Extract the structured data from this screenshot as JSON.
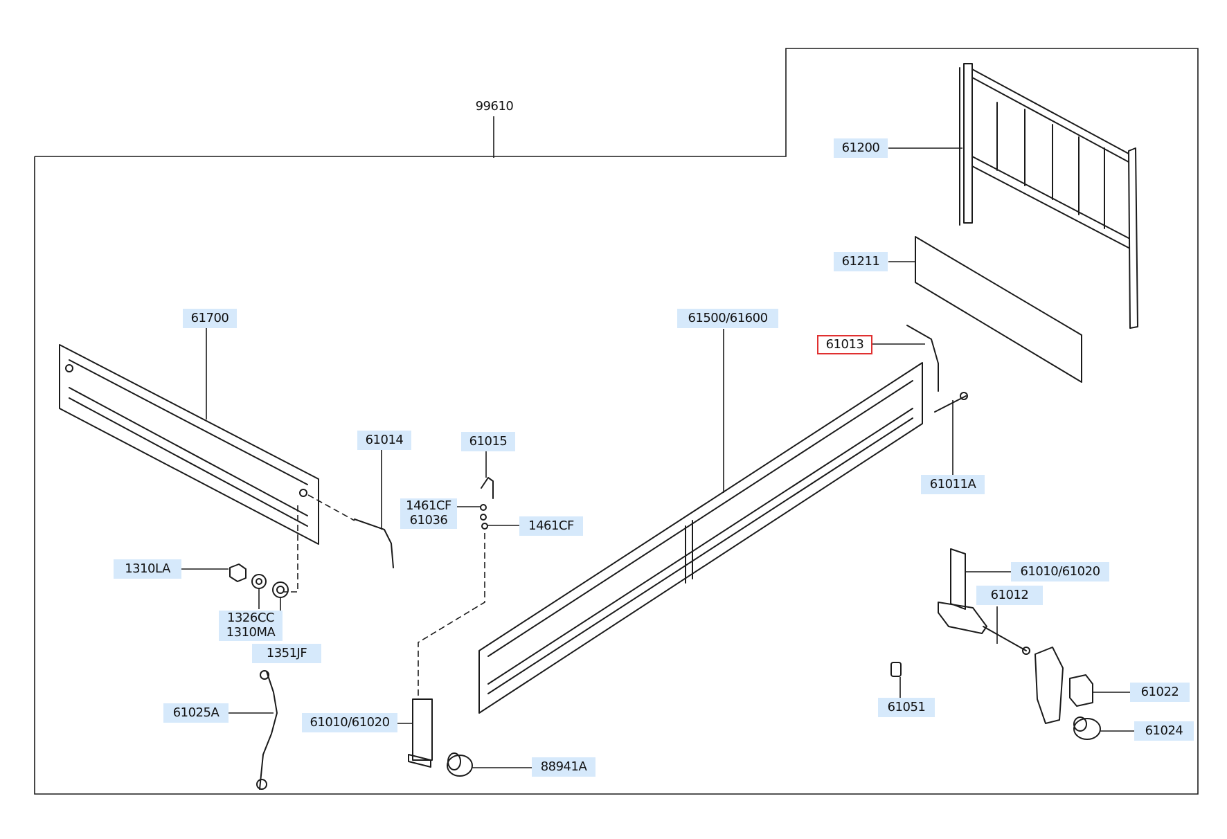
{
  "diagram": {
    "assembly_label": "99610",
    "selected_part": "61013",
    "callouts": {
      "p61200": "61200",
      "p61211": "61211",
      "p61700": "61700",
      "p61500": "61500/61600",
      "p61013": "61013",
      "p61014": "61014",
      "p61015": "61015",
      "p1461cf_a": "1461CF",
      "p61036": "61036",
      "p1461cf_b": "1461CF",
      "p61011a": "61011A",
      "p1310la": "1310LA",
      "p1326cc": "1326CC",
      "p1310ma": "1310MA",
      "p1351jf": "1351JF",
      "p61010_right": "61010/61020",
      "p61012": "61012",
      "p61025a": "61025A",
      "p61010_left": "61010/61020",
      "p61051": "61051",
      "p61022": "61022",
      "p61024": "61024",
      "p88941a": "88941A"
    },
    "colors": {
      "callout_bg": "#d6e9fb",
      "selected_border": "#e03030",
      "line": "#1a1a1a"
    }
  }
}
